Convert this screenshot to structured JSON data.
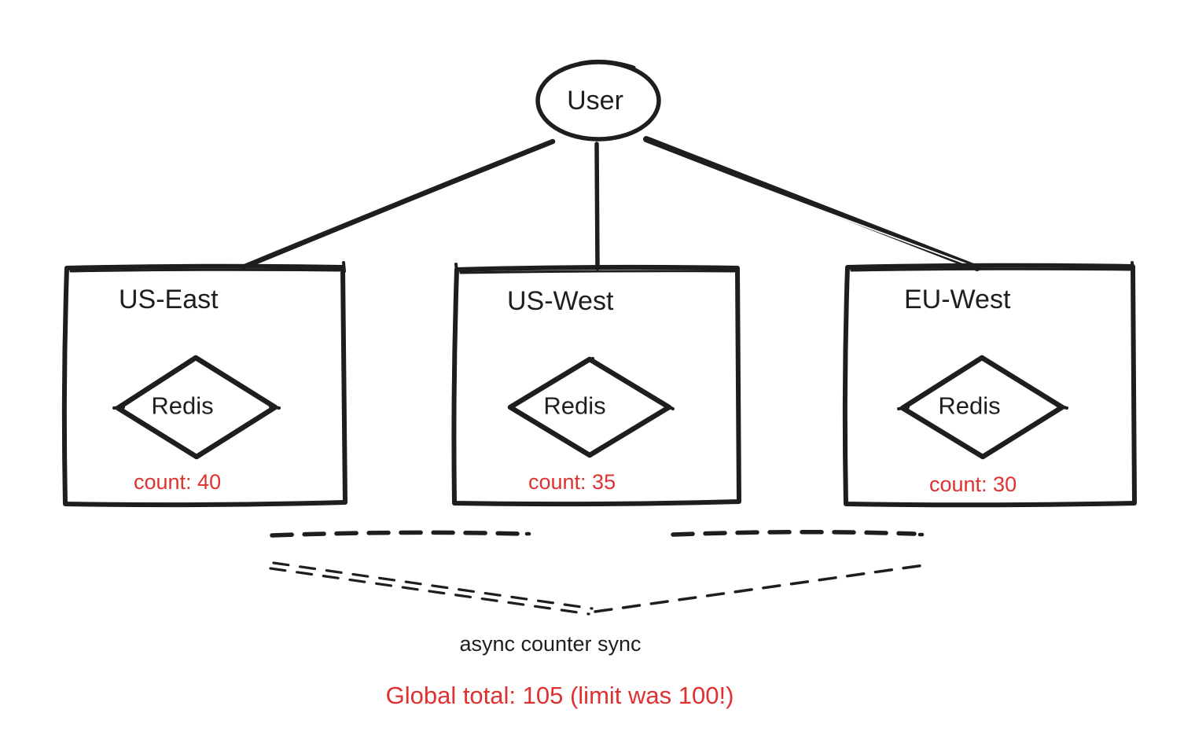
{
  "nodes": {
    "user": {
      "label": "User"
    }
  },
  "regions": [
    {
      "title": "US-East",
      "db": "Redis",
      "count_label": "count: 40"
    },
    {
      "title": "US-West",
      "db": "Redis",
      "count_label": "count: 35"
    },
    {
      "title": "EU-West",
      "db": "Redis",
      "count_label": "count: 30"
    }
  ],
  "annotations": {
    "sync": "async counter sync",
    "total": "Global total: 105 (limit was 100!)"
  },
  "colors": {
    "stroke": "#1e1e1e",
    "alert": "#e03131",
    "background": "#ffffff"
  }
}
